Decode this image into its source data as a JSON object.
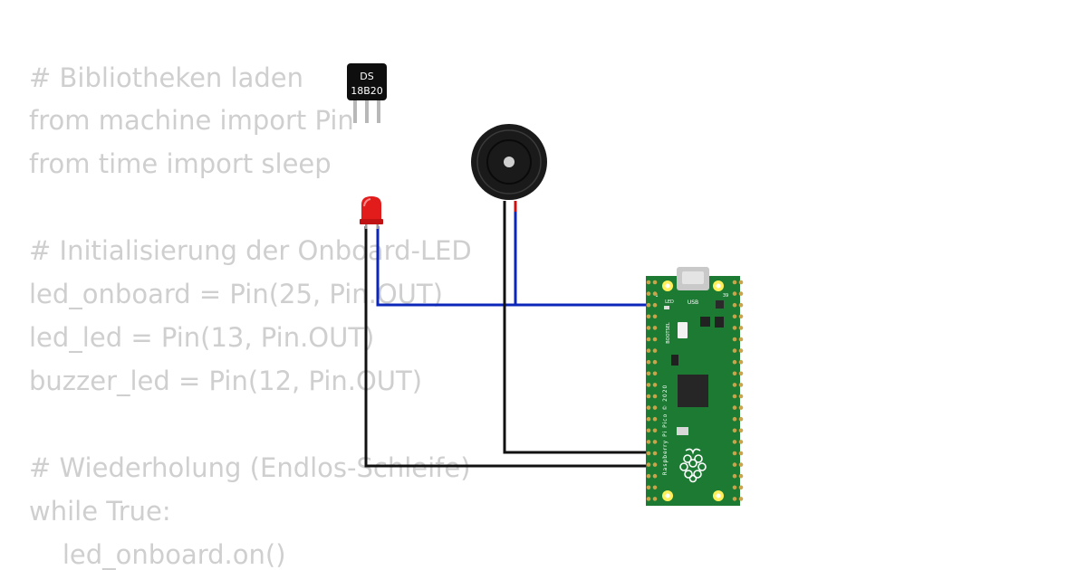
{
  "code": {
    "lines": [
      "# Bibliotheken laden",
      "from machine import Pin",
      "from time import sleep",
      "",
      "# Initialisierung der Onboard-LED",
      "led_onboard = Pin(25, Pin.OUT)",
      "led_led = Pin(13, Pin.OUT)",
      "buzzer_led = Pin(12, Pin.OUT)",
      "",
      "# Wiederholung (Endlos-Schleife)",
      "while True:",
      "    led_onboard.on()"
    ]
  },
  "components": {
    "sensor": {
      "line1": "DS",
      "line2": "18B20"
    },
    "pico": {
      "usb_label": "USB",
      "led_label": "LED",
      "bootsel_label": "BOOTSEL",
      "brand_text": "Raspberry Pi Pico © 2020",
      "pin1": "1",
      "pin39": "39"
    }
  },
  "colors": {
    "wire_blue": "#0b26b8",
    "wire_black": "#111111",
    "wire_red": "#cc1010",
    "board_green": "#1c7a33",
    "led_red": "#e21b1b",
    "pad_yellow": "#ffef5a"
  }
}
